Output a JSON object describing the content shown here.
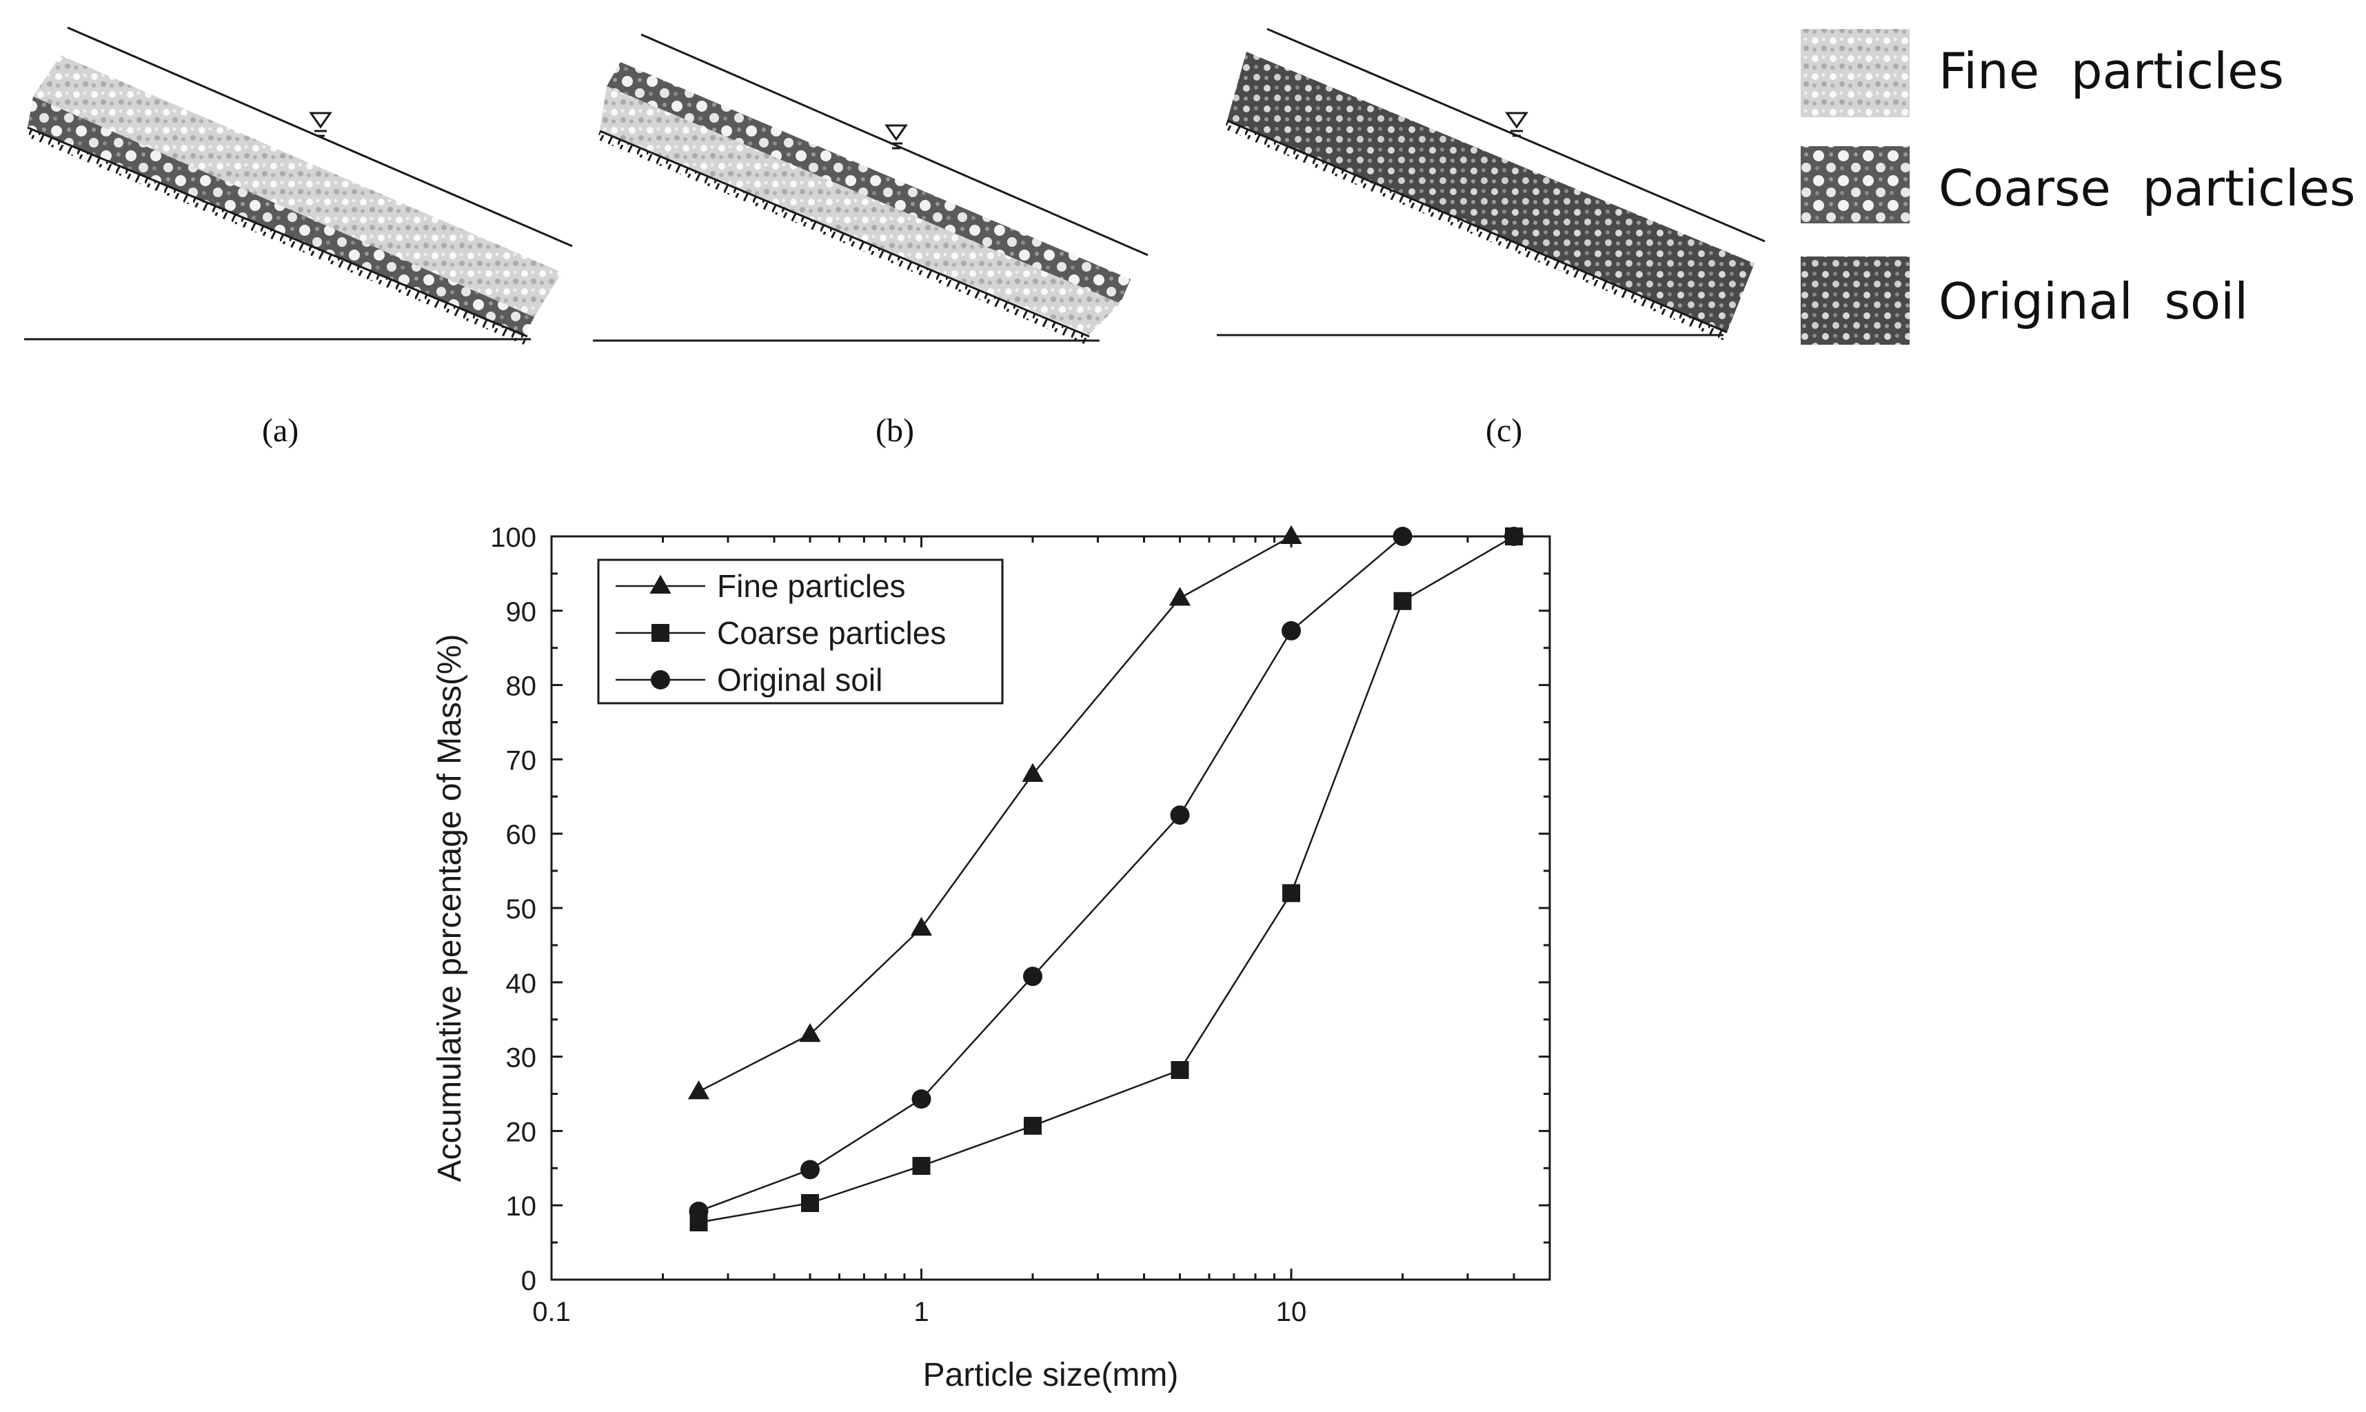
{
  "panels": {
    "labels": [
      "(a)",
      "(b)",
      "(c)"
    ],
    "legend": [
      {
        "label": "Fine  particles",
        "pattern": "fine"
      },
      {
        "label": "Coarse  particles",
        "pattern": "coarse"
      },
      {
        "label": "Original  soil",
        "pattern": "original"
      }
    ],
    "water_table_icon": "water-table-triangle-icon"
  },
  "colors": {
    "line": "#1a1a1a",
    "fine_fill": "#cfcfcf",
    "coarse_fill": "#555555",
    "original_fill": "#4a4a4a"
  },
  "chart_data": {
    "type": "line",
    "title": "",
    "xlabel": "Particle size(mm)",
    "ylabel": "Accumulative percentage of Mass(%)",
    "x_scale": "log",
    "xlim": [
      0.1,
      50
    ],
    "ylim": [
      0,
      100
    ],
    "x_ticks": [
      0.1,
      1,
      10
    ],
    "x_tick_labels": [
      "0.1",
      "1",
      "10"
    ],
    "y_ticks": [
      0,
      10,
      20,
      30,
      40,
      50,
      60,
      70,
      80,
      90,
      100
    ],
    "y_tick_labels": [
      "0",
      "10",
      "20",
      "30",
      "40",
      "50",
      "60",
      "70",
      "80",
      "90",
      "100"
    ],
    "grid": false,
    "legend_position": "top-left",
    "series": [
      {
        "name": "Fine particles",
        "marker": "triangle",
        "x": [
          0.25,
          0.5,
          1,
          2,
          5,
          10
        ],
        "y": [
          25.3,
          33,
          47.3,
          68,
          91.7,
          100
        ]
      },
      {
        "name": "Coarse particles",
        "marker": "square",
        "x": [
          0.25,
          0.5,
          1,
          2,
          5,
          10,
          20,
          40
        ],
        "y": [
          7.7,
          10.3,
          15.3,
          20.7,
          28.2,
          52,
          91.3,
          100
        ]
      },
      {
        "name": "Original soil",
        "marker": "circle",
        "x": [
          0.25,
          0.5,
          1,
          2,
          5,
          10,
          20,
          40
        ],
        "y": [
          9.2,
          14.8,
          24.3,
          40.8,
          62.5,
          87.3,
          100,
          100
        ]
      }
    ]
  }
}
